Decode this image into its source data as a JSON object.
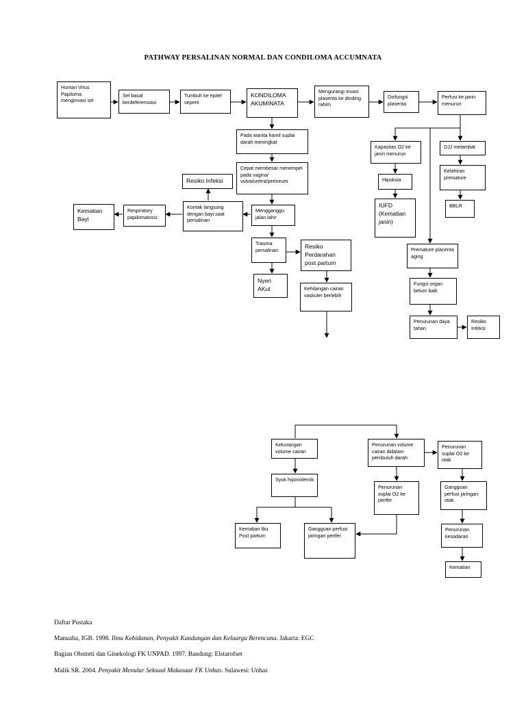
{
  "title": "PATHWAY PERSALINAN NORMAL DAN CONDILOMA ACCUMNATA",
  "nodes": {
    "hpv": "Human Virus Papiloma menginvasi sel",
    "sel_basal": "Sel basal berdeferensiasi",
    "tumbuh": "Tumbuh ke epitel seperti",
    "kondiloma": "KONDILOMA AKUMINATA",
    "mengurangi": "Mengurangi invasi plasenta ke dinding rahim",
    "disfungsi": "Disfungsi plasenta",
    "perfusi_janin": "Perfusi ke janin menurun",
    "pada_wanita": "Pada wanita hamil suplai darah meningkat",
    "cepat_membesar": "Cepat membesar menempel pada vagina/ vulva/uretra/perineum",
    "resiko_infeksi_1": "Resiko Infeksi",
    "kontak": "Kontak langsung dengan bayi saat persalinan",
    "respiratory": "Respiratory papilomatosis",
    "kematian_bayi": "Kematian Bayi",
    "mengganggu": "Mengganggu jalan lahir",
    "trauma": "Trauma persalinan",
    "resiko_perdarahan": "Resiko Perdarahan post partum",
    "nyeri": "Nyeri AKut",
    "kehilangan": "Kehilangan cairan vaskuler berlebih",
    "kapasitas": "Kapasitas O2 ke janin menurun",
    "djj": "DJJ melambat",
    "hipoksia": "Hipoksia",
    "kelahiran": "Kelahiran premature",
    "iufd": "IUFD (Kematian janin)",
    "bblr": "BBLR",
    "premature_plasenta": "Premature placenta aging",
    "fungsi_organ": "Fungsi organ belum baik",
    "penurunan_daya": "Penurunan daya tahan",
    "resiko_infeksi_2": "Resiko Infeksi",
    "kekurangan": "Kekurangan volume cairan",
    "penurunan_volume": "Penurunan volume cairan didalam pembuluh darah",
    "penurunan_suplai_otak": "Penurunan suplai O2 ke otak",
    "syok": "Syok hipovolemik",
    "penurunan_suplai_perifer": "Penurunan suplai O2 ke perifer",
    "gangguan_otak": "Gangguan perfusi jaringan otak",
    "kematian_ibu": "Kematian Ibu Post partum",
    "gangguan_perifer": "Gangguan perfusi jaringan perifer",
    "penurunan_kesadaran": "Penurunan kesadaran",
    "kematian": "Kematian"
  },
  "references": {
    "heading": "Daftar Pustaka",
    "ref1": {
      "prefix": "Manuaba, IGB. 1998. ",
      "italic": "Ilmu Kebidanan, Penyakit Kandungan dan Keluarga Berencana",
      "suffix": ". Jakarta: EGC"
    },
    "ref2": {
      "prefix": "Bagian Obstreti dan Ginekologi FK UNPAD. 1997. Bandung: Elstarofset",
      "italic": "",
      "suffix": ""
    },
    "ref3": {
      "prefix": "Malik SR. 2004. ",
      "italic": "Penyakit Menular Seksual  Makasaar FK Unhas",
      "suffix": ". Sulawesi: Unhas"
    }
  }
}
